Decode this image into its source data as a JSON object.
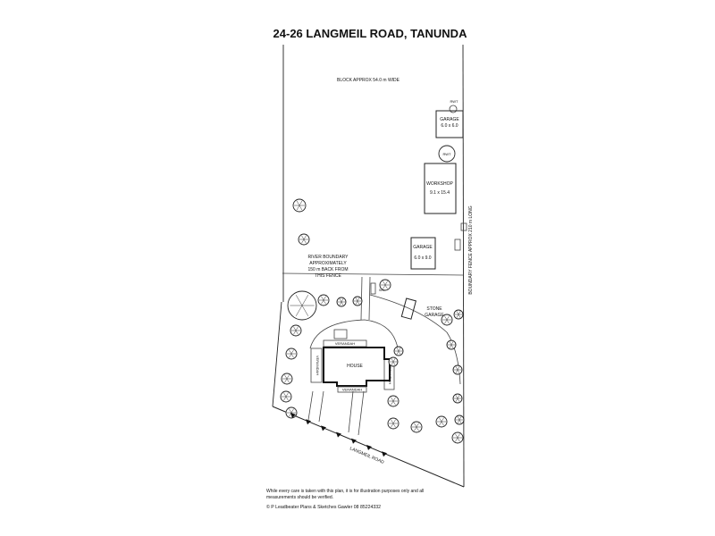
{
  "plan": {
    "title": "24-26 LANGMEIL ROAD, TANUNDA",
    "block_width": "BLOCK APPROX 54.0 m WIDE",
    "boundary_fence": "BOUNDARY FENCE APPROX 210 m LONG",
    "river_boundary": [
      "RIVER BOUNDARY",
      "APPROXIMATELY",
      "150 m BACK FROM",
      "THIS FENCE"
    ],
    "road_label": "LANGMEIL ROAD",
    "rwt_small": "RWT",
    "rwt_tank": "RWT",
    "wc": "WC",
    "buildings": {
      "garage_top": {
        "label": "GARAGE",
        "size": "6.0 x 6.0"
      },
      "workshop": {
        "label": "WORKSHOP",
        "size": "9.1 x 15.4"
      },
      "garage_mid": {
        "label": "GARAGE",
        "size": "6.0 x 9.0"
      },
      "stone_garage": {
        "line1": "STONE",
        "line2": "GARAGE"
      },
      "house": {
        "label": "HOUSE",
        "verandah_top": "VERANDAH",
        "verandah_bottom": "VERANDAH",
        "verandah_left": "VERANDAH",
        "verandah_right": "VERANDAH"
      }
    },
    "disclaimer": "While every care is taken with this plan, it is for illustration purposes only and all measurements should be verified.",
    "copyright": "© P Leadbeater Plans & Sketches Gawler 08 85224332"
  }
}
